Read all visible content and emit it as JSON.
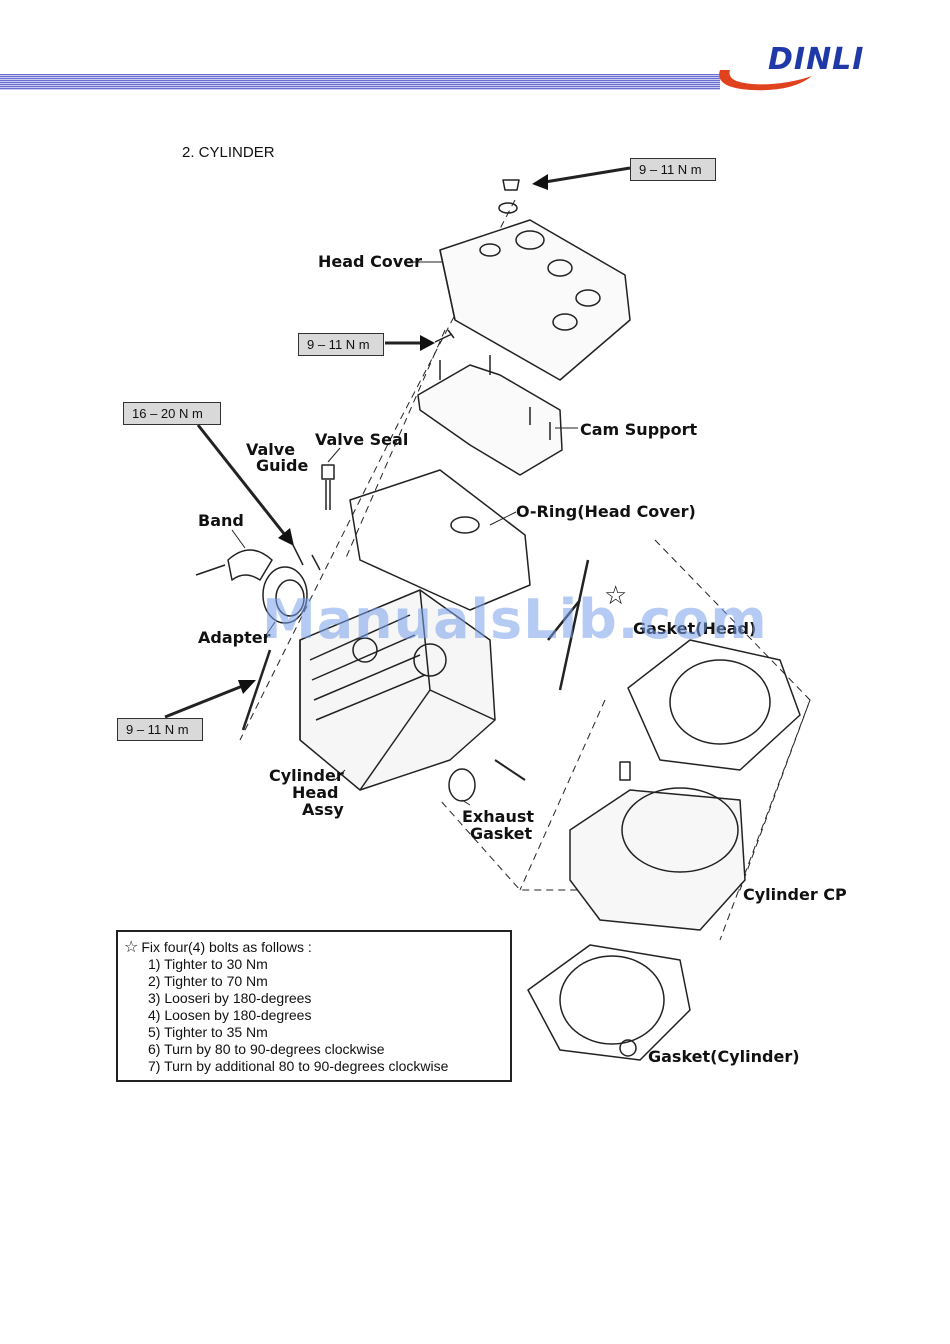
{
  "brand": {
    "logo_text": "DINLI",
    "accent": "#1f3aa8",
    "swoosh": "#e0421e"
  },
  "section_title": "2. CYLINDER",
  "torque_specs": {
    "top_bolt": "9 – 11 N m",
    "cover_bolt": "9 – 11 N m",
    "valve_guide_bolt": "16 – 20 N m",
    "adapter_bolt": "9 – 11 N m"
  },
  "parts": {
    "head_cover": "Head Cover",
    "cam_support": "Cam Support",
    "valve_seal": "Valve Seal",
    "valve_guide_1": "Valve",
    "valve_guide_2": "Guide",
    "band": "Band",
    "o_ring": "O-Ring(Head Cover)",
    "adapter": "Adapter",
    "gasket_head": "Gasket(Head)",
    "cyl_head_1": "Cylinder",
    "cyl_head_2": "Head",
    "cyl_head_3": "Assy",
    "exhaust_1": "Exhaust",
    "exhaust_2": "Gasket",
    "cylinder_cp": "Cylinder CP",
    "gasket_cylinder": "Gasket(Cylinder)"
  },
  "watermark": "ManualsLib.com",
  "instructions": {
    "heading": "Fix four(4) bolts as follows :",
    "steps": [
      "1) Tighter to 30 Nm",
      "2) Tighter to 70 Nm",
      "3) Looseri by 180-degrees",
      "4) Loosen by 180-degrees",
      "5) Tighter to 35 Nm",
      "6) Turn by 80 to 90-degrees clockwise",
      "7) Turn by additional 80 to 90-degrees clockwise"
    ]
  }
}
